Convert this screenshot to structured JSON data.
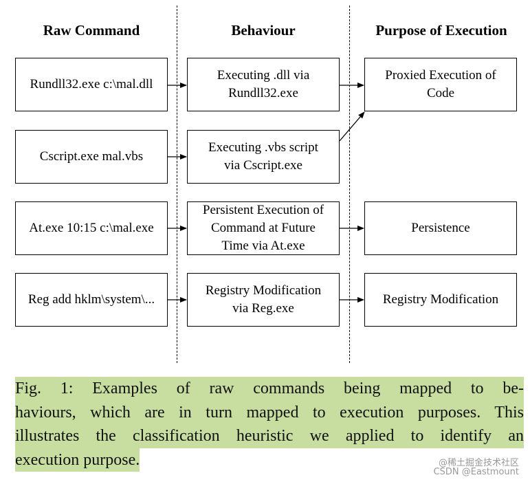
{
  "headers": {
    "raw_command": "Raw Command",
    "behaviour": "Behaviour",
    "purpose": "Purpose of Execution"
  },
  "raw_commands": [
    "Rundll32.exe c:\\mal.dll",
    "Cscript.exe mal.vbs",
    "At.exe 10:15 c:\\mal.exe",
    "Reg add hklm\\system\\..."
  ],
  "behaviours": [
    [
      "Executing .dll via",
      "Rundll32.exe"
    ],
    [
      "Executing .vbs script",
      "via Cscript.exe"
    ],
    [
      "Persistent Execution of",
      "Command at Future",
      "Time via At.exe"
    ],
    [
      "Registry Modification",
      "via Reg.exe"
    ]
  ],
  "purposes": [
    [
      "Proxied Execution of",
      "Code"
    ],
    [
      "Persistence"
    ],
    [
      "Registry Modification"
    ]
  ],
  "caption_lines": [
    "Fig. 1: Examples of raw commands being mapped to be-",
    "haviours, which are in turn mapped to execution purposes. This",
    "illustrates the classification heuristic we applied to identify an",
    "execution purpose."
  ],
  "watermark": {
    "line1": "@稀土掘金技术社区",
    "line2": "CSDN @Eastmount"
  },
  "colors": {
    "caption_highlight": "#c7dea0"
  }
}
